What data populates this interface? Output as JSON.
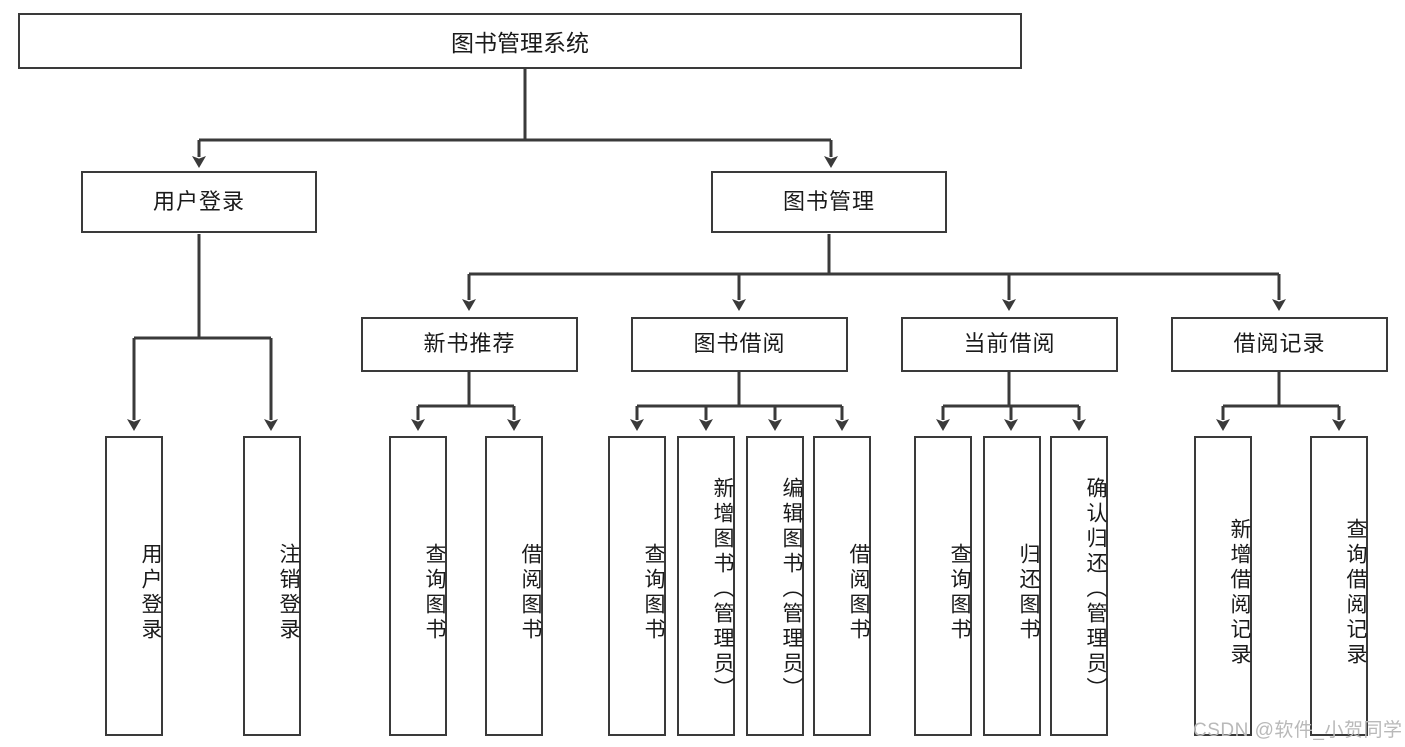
{
  "diagram": {
    "title": "图书管理系统",
    "type": "tree-hierarchy-diagram",
    "colors": {
      "box_border": "#3a3a3a",
      "box_fill": "#ffffff",
      "edge": "#3a3a3a",
      "text": "#1a1a1a",
      "watermark": "#b9b9b9",
      "background": "#ffffff"
    },
    "root": {
      "label": "图书管理系统"
    },
    "level2": [
      {
        "id": "user-login",
        "label": "用户登录"
      },
      {
        "id": "book-management",
        "label": "图书管理"
      }
    ],
    "level3": [
      {
        "id": "new-book-recommend",
        "label": "新书推荐",
        "parent": "book-management"
      },
      {
        "id": "book-borrow",
        "label": "图书借阅",
        "parent": "book-management"
      },
      {
        "id": "current-borrow",
        "label": "当前借阅",
        "parent": "book-management"
      },
      {
        "id": "borrow-record",
        "label": "借阅记录",
        "parent": "book-management"
      }
    ],
    "leaves": [
      {
        "id": "leaf-user-login",
        "label": "用户登录",
        "parent": "user-login"
      },
      {
        "id": "leaf-logout",
        "label": "注销登录",
        "parent": "user-login"
      },
      {
        "id": "leaf-query-book-1",
        "label": "查询图书",
        "parent": "new-book-recommend"
      },
      {
        "id": "leaf-borrow-book-1",
        "label": "借阅图书",
        "parent": "new-book-recommend"
      },
      {
        "id": "leaf-query-book-2",
        "label": "查询图书",
        "parent": "book-borrow"
      },
      {
        "id": "leaf-add-book",
        "label": "新增图书（管理员）",
        "parent": "book-borrow"
      },
      {
        "id": "leaf-edit-book",
        "label": "编辑图书（管理员）",
        "parent": "book-borrow"
      },
      {
        "id": "leaf-borrow-book-2",
        "label": "借阅图书",
        "parent": "book-borrow"
      },
      {
        "id": "leaf-query-book-3",
        "label": "查询图书",
        "parent": "current-borrow"
      },
      {
        "id": "leaf-return-book",
        "label": "归还图书",
        "parent": "current-borrow"
      },
      {
        "id": "leaf-confirm-return",
        "label": "确认归还（管理员）",
        "parent": "current-borrow"
      },
      {
        "id": "leaf-add-record",
        "label": "新增借阅记录",
        "parent": "borrow-record"
      },
      {
        "id": "leaf-query-record",
        "label": "查询借阅记录",
        "parent": "borrow-record"
      }
    ]
  },
  "watermark": {
    "text": "CSDN @软件_小贺同学"
  }
}
